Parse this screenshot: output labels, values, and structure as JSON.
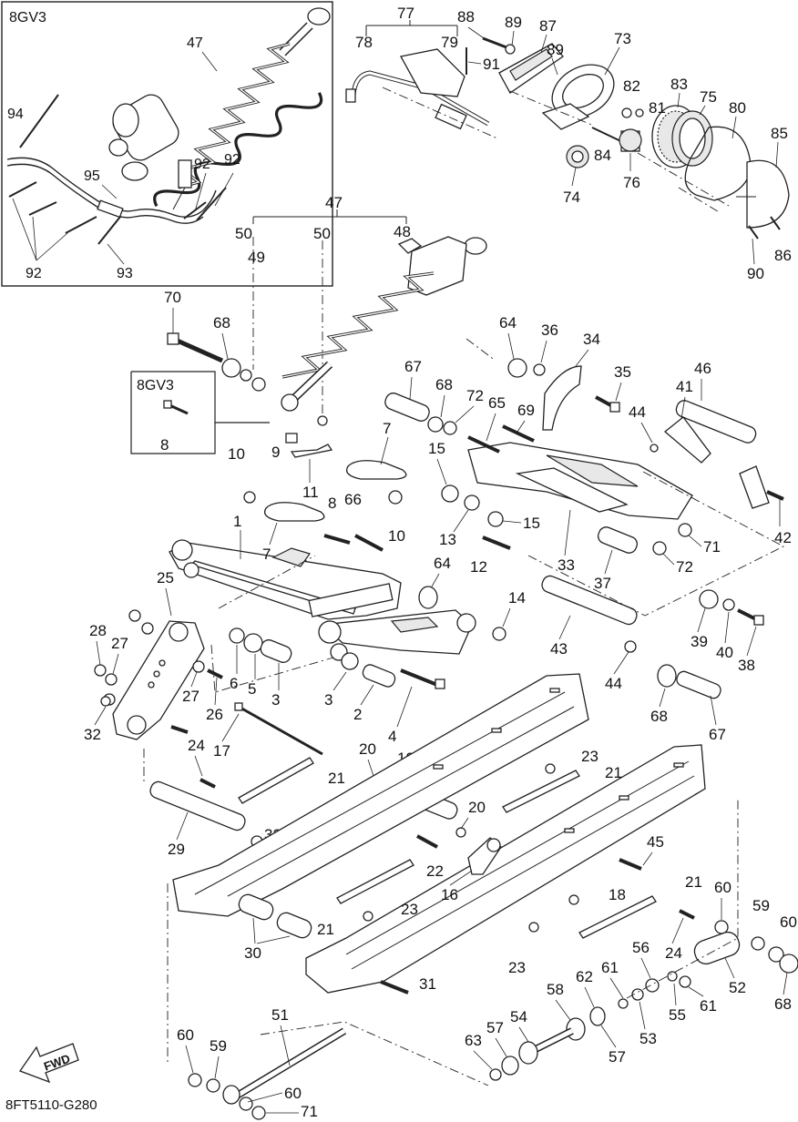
{
  "diagram": {
    "drawing_code": "8FT5110-G280",
    "fwd_label": "FWD",
    "inset_top_label": "8GV3",
    "inset_mid_label": "8GV3",
    "callouts": {
      "c1": "1",
      "c2": "2",
      "c3a": "3",
      "c3b": "3",
      "c4": "4",
      "c5": "5",
      "c6": "6",
      "c7a": "7",
      "c7b": "7",
      "c8a": "8",
      "c8b": "8",
      "c9": "9",
      "c10a": "10",
      "c10b": "10",
      "c11": "11",
      "c12": "12",
      "c13": "13",
      "c14": "14",
      "c15a": "15",
      "c15b": "15",
      "c16": "16",
      "c17": "17",
      "c18": "18",
      "c19": "19",
      "c20a": "20",
      "c20b": "20",
      "c21a": "21",
      "c21b": "21",
      "c21c": "21",
      "c21d": "21",
      "c22": "22",
      "c23a": "23",
      "c23b": "23",
      "c23c": "23",
      "c24a": "24",
      "c24b": "24",
      "c25": "25",
      "c26": "26",
      "c27a": "27",
      "c27b": "27",
      "c28": "28",
      "c29": "29",
      "c30": "30",
      "c31": "31",
      "c32a": "32",
      "c32b": "32",
      "c33": "33",
      "c34": "34",
      "c35": "35",
      "c36": "36",
      "c37": "37",
      "c38": "38",
      "c39": "39",
      "c40": "40",
      "c41": "41",
      "c42": "42",
      "c43": "43",
      "c44a": "44",
      "c44b": "44",
      "c45": "45",
      "c46": "46",
      "c47a": "47",
      "c47b": "47",
      "c48": "48",
      "c49": "49",
      "c50a": "50",
      "c50b": "50",
      "c51": "51",
      "c52": "52",
      "c53": "53",
      "c54": "54",
      "c55": "55",
      "c56": "56",
      "c57a": "57",
      "c57b": "57",
      "c58": "58",
      "c59a": "59",
      "c59b": "59",
      "c60a": "60",
      "c60b": "60",
      "c60c": "60",
      "c60d": "60",
      "c61a": "61",
      "c61b": "61",
      "c62": "62",
      "c63": "63",
      "c64a": "64",
      "c64b": "64",
      "c65": "65",
      "c66": "66",
      "c67a": "67",
      "c67b": "67",
      "c68a": "68",
      "c68b": "68",
      "c68c": "68",
      "c68d": "68",
      "c69": "69",
      "c70": "70",
      "c71a": "71",
      "c71b": "71",
      "c72a": "72",
      "c72b": "72",
      "c73": "73",
      "c74": "74",
      "c75": "75",
      "c76": "76",
      "c77": "77",
      "c78": "78",
      "c79": "79",
      "c80": "80",
      "c81": "81",
      "c82": "82",
      "c83": "83",
      "c84": "84",
      "c85": "85",
      "c86": "86",
      "c87": "87",
      "c88": "88",
      "c89a": "89",
      "c89b": "89",
      "c90": "90",
      "c91": "91",
      "c92a": "92",
      "c92b": "92",
      "c92c": "92",
      "c93": "93",
      "c94": "94",
      "c95": "95"
    }
  }
}
